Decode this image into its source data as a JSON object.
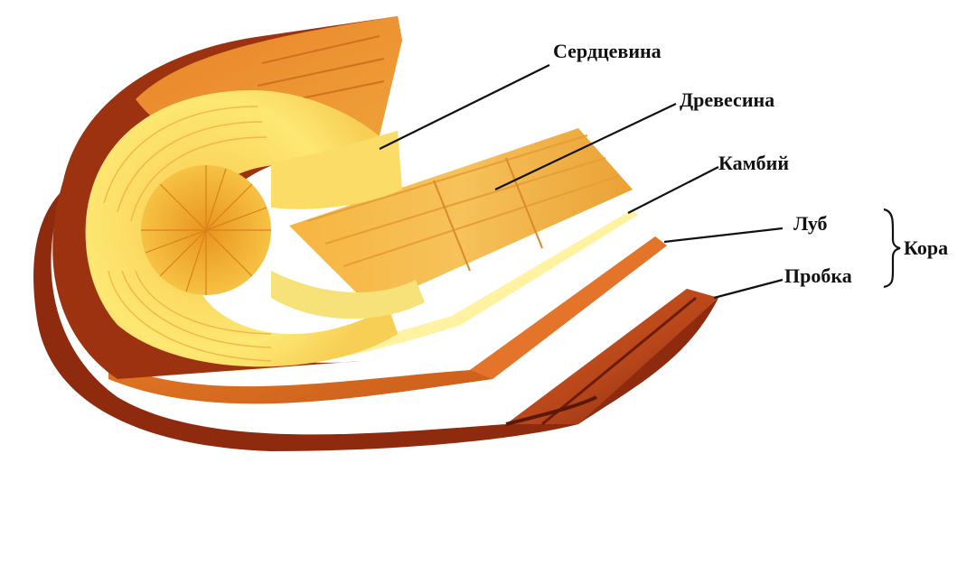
{
  "labels": {
    "pith": "Сердцевина",
    "wood": "Древесина",
    "cambium": "Камбий",
    "bast": "Луб",
    "cork": "Пробка",
    "bark": "Кора"
  },
  "colors": {
    "background": "#ffffff",
    "cork_outer": "#8e2a0e",
    "cork_inner": "#c0501c",
    "bast": "#d9741f",
    "cambium": "#fff2a0",
    "wood_light": "#fde46a",
    "wood_dark": "#f2a428",
    "pith": "#f0b030",
    "label_text": "#111111"
  }
}
